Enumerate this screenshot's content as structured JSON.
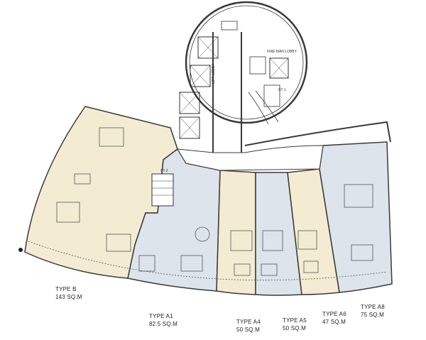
{
  "core": {
    "fire_man_lobby": "FIRE MAN LOBBY",
    "lift_lobby": "LIFT LOBBY",
    "stair_2": "ST-2",
    "stair_1": "ST-1"
  },
  "units": [
    {
      "key": "type_b",
      "name": "TYPE B",
      "area": "143 SQ.M"
    },
    {
      "key": "type_a1",
      "name": "TYPE A1",
      "area": "82.5 SQ.M"
    },
    {
      "key": "type_a4",
      "name": "TYPE A4",
      "area": "50 SQ.M"
    },
    {
      "key": "type_a5",
      "name": "TYPE A5",
      "area": "50 SQ.M"
    },
    {
      "key": "type_a6",
      "name": "TYPE A6",
      "area": "47 SQ.M"
    },
    {
      "key": "type_a8",
      "name": "TYPE A8",
      "area": "75 SQ.M"
    }
  ],
  "colors": {
    "type_b": "#f3ecd2",
    "type_a1": "#dde4ec",
    "type_a4": "#f3ecd2",
    "type_a5": "#dde4ec",
    "type_a6": "#f3ecd2",
    "type_a8": "#dde4ec",
    "walls": "#3a3a3a"
  }
}
